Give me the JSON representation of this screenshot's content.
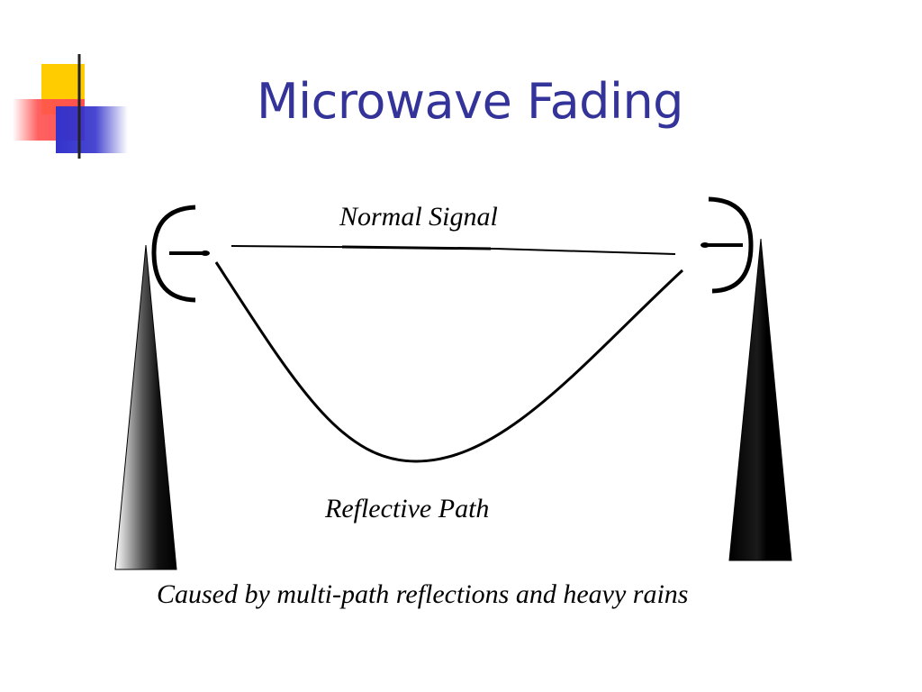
{
  "slide": {
    "title": "Microwave Fading",
    "title_color": "#333399"
  },
  "diagram": {
    "normal_signal_label": "Normal Signal",
    "reflective_path_label": "Reflective Path",
    "caption": "Caused by multi-path reflections and heavy rains"
  },
  "decoration": {
    "yellow": "#FFCC00",
    "red": "#FF5050",
    "blue": "#3333CC"
  }
}
